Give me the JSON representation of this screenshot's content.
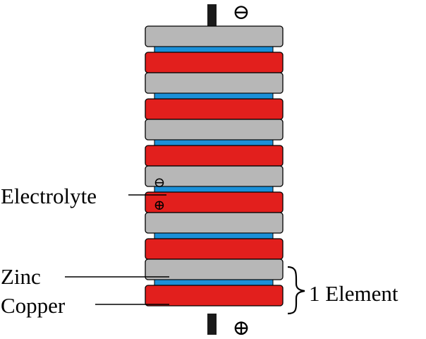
{
  "terminals": {
    "negative_symbol": "⊖",
    "positive_symbol": "⊕"
  },
  "stack": {
    "layers": [
      {
        "material": "zinc"
      },
      {
        "material": "electrolyte"
      },
      {
        "material": "copper"
      },
      {
        "material": "zinc"
      },
      {
        "material": "electrolyte"
      },
      {
        "material": "copper"
      },
      {
        "material": "zinc"
      },
      {
        "material": "electrolyte"
      },
      {
        "material": "copper"
      },
      {
        "material": "zinc"
      },
      {
        "material": "electrolyte"
      },
      {
        "material": "copper"
      },
      {
        "material": "zinc"
      },
      {
        "material": "electrolyte"
      },
      {
        "material": "copper"
      },
      {
        "material": "zinc"
      },
      {
        "material": "electrolyte"
      },
      {
        "material": "copper"
      }
    ],
    "colors": {
      "zinc": "#b7b7b7",
      "copper": "#e21f1d",
      "electrolyte": "#1b90d8",
      "outline": "#000000"
    }
  },
  "labels": {
    "electrolyte": "Electrolyte",
    "zinc": "Zinc",
    "copper": "Copper",
    "element": "1 Element"
  },
  "inner_charges": {
    "negative": "⊖",
    "positive": "⊕"
  }
}
